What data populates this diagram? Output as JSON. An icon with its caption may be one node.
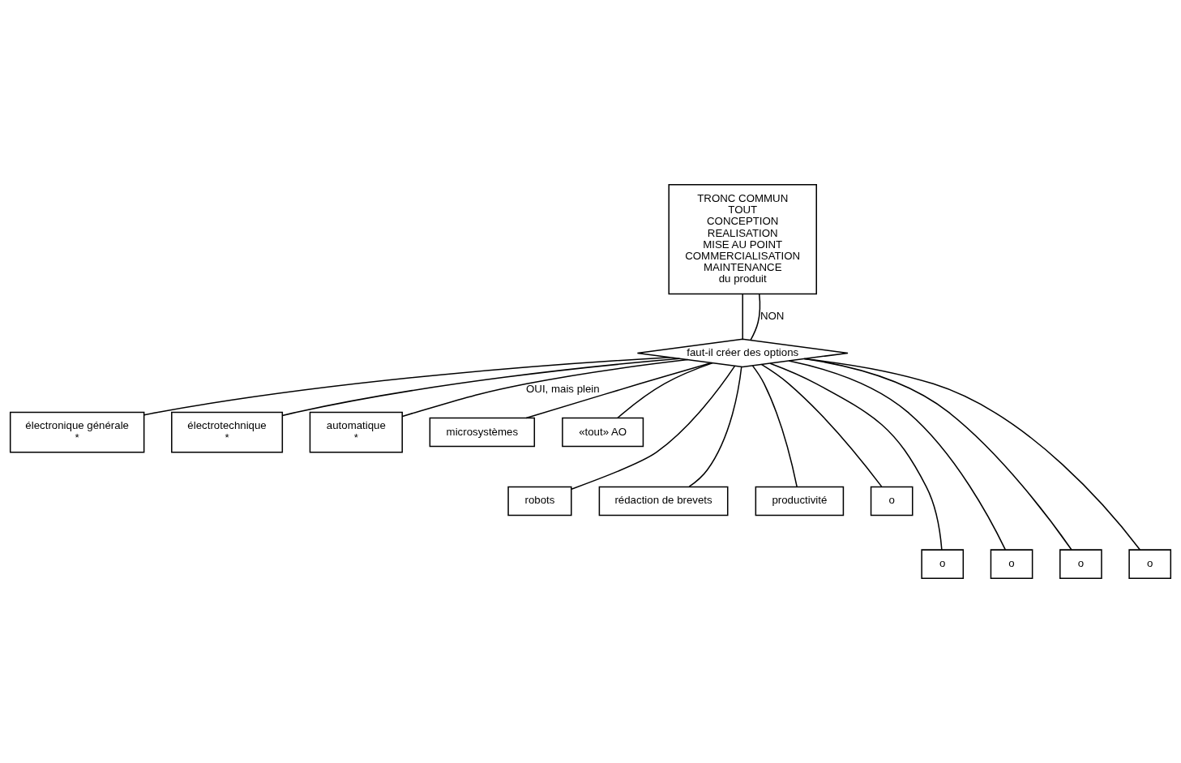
{
  "diagram": {
    "nodes": [
      {
        "text": [
          "TRONC COMMUN",
          "TOUT",
          "CONCEPTION",
          "REALISATION",
          "MISE AU POINT",
          "COMMERCIALISATION",
          "MAINTENANCE",
          "du produit"
        ]
      },
      {
        "text": [
          "faut-il créer des options"
        ]
      },
      {
        "text": [
          "électronique générale",
          "*"
        ]
      },
      {
        "text": [
          "électrotechnique",
          "*"
        ]
      },
      {
        "text": [
          "automatique",
          "*"
        ]
      },
      {
        "text": [
          "microsystèmes"
        ]
      },
      {
        "text": [
          "«tout» AO"
        ]
      },
      {
        "text": [
          "robots"
        ]
      },
      {
        "text": [
          "rédaction de brevets"
        ]
      },
      {
        "text": [
          "productivité"
        ]
      },
      {
        "text": [
          "o"
        ]
      },
      {
        "text": [
          "o"
        ]
      },
      {
        "text": [
          "o"
        ]
      },
      {
        "text": [
          "o"
        ]
      },
      {
        "text": [
          "o"
        ]
      }
    ],
    "edges": [
      {
        "from": 0,
        "to": 1,
        "arrow": "none"
      },
      {
        "from": 1,
        "to": 0,
        "arrow": "none",
        "label": "NON"
      },
      {
        "from": 1,
        "to": 2,
        "arrow": "none"
      },
      {
        "from": 1,
        "to": 3,
        "arrow": "none"
      },
      {
        "from": 1,
        "to": 4,
        "arrow": "none",
        "label": "OUI, mais plein"
      },
      {
        "from": 1,
        "to": 5,
        "arrow": "none"
      },
      {
        "from": 1,
        "to": 6,
        "arrow": "none"
      },
      {
        "from": 1,
        "to": 7,
        "arrow": "none"
      },
      {
        "from": 1,
        "to": 8,
        "arrow": "none"
      },
      {
        "from": 1,
        "to": 9,
        "arrow": "none"
      },
      {
        "from": 1,
        "to": 10,
        "arrow": "none"
      },
      {
        "from": 1,
        "to": 11,
        "arrow": "none"
      },
      {
        "from": 1,
        "to": 12,
        "arrow": "none"
      },
      {
        "from": 1,
        "to": 13,
        "arrow": "none"
      },
      {
        "from": 1,
        "to": 14,
        "arrow": "none"
      }
    ]
  }
}
